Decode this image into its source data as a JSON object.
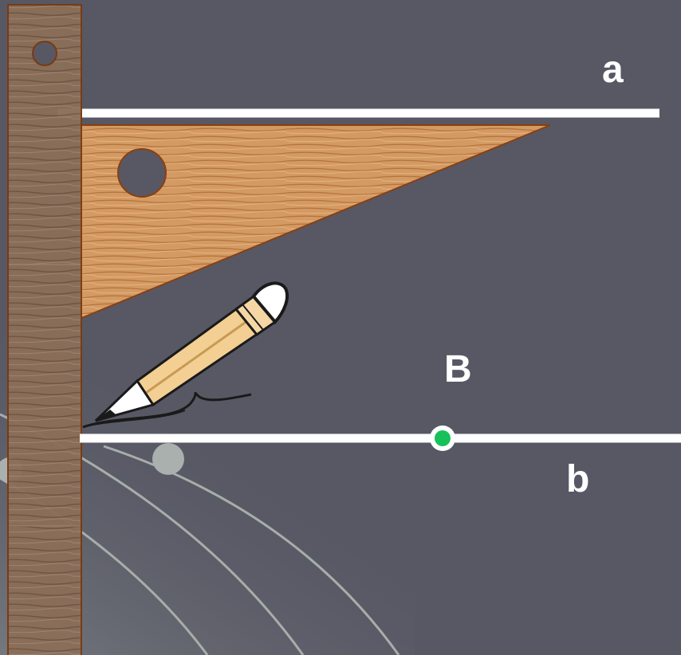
{
  "labels": {
    "line_a": "a",
    "point_B": "B",
    "line_b": "b"
  },
  "colors": {
    "background": "#575864",
    "line": "#ffffff",
    "text": "#ffffff",
    "point_fill": "#17c15a",
    "point_ring": "#ffffff",
    "ruler_wood": "#8b6e58",
    "ruler_edge": "#7a3a10",
    "set_square_wood": "#d49a63",
    "set_square_edge": "#8a3f10",
    "pencil_body": "#f3cf93",
    "pencil_stroke": "#1a1a1a"
  },
  "icons": {
    "pencil": "pencil-icon"
  }
}
